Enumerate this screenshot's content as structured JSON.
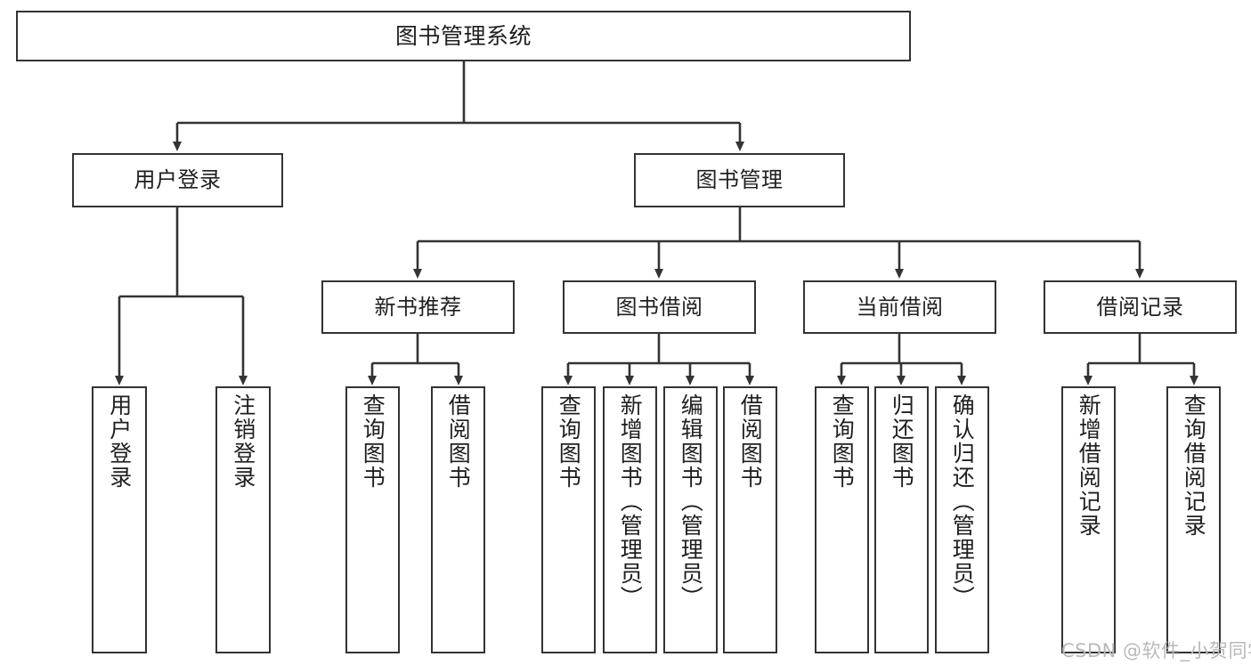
{
  "diagram": {
    "type": "tree-hierarchy-chart",
    "title": "图书管理系统",
    "orientation": "top-down",
    "colors": {
      "box_border": "#333333",
      "box_fill": "#ffffff",
      "edge": "#333333",
      "text": "#1f1f1f",
      "watermark": "#b9b9b9",
      "background": "#ffffff"
    },
    "nodes": {
      "root": {
        "label": "图书管理系统",
        "orientation": "horizontal"
      },
      "level2": [
        {
          "id": "user-login",
          "label": "用户登录",
          "orientation": "horizontal"
        },
        {
          "id": "book-manage",
          "label": "图书管理",
          "orientation": "horizontal"
        }
      ],
      "level3": [
        {
          "id": "new-book-recommend",
          "label": "新书推荐",
          "orientation": "horizontal"
        },
        {
          "id": "book-borrow",
          "label": "图书借阅",
          "orientation": "horizontal"
        },
        {
          "id": "current-borrow",
          "label": "当前借阅",
          "orientation": "horizontal"
        },
        {
          "id": "borrow-record",
          "label": "借阅记录",
          "orientation": "horizontal"
        }
      ],
      "leaves": [
        {
          "id": "leaf-user-login",
          "parent": "user-login",
          "label": "用户登录",
          "orientation": "vertical"
        },
        {
          "id": "leaf-logout",
          "parent": "user-login",
          "label": "注销登录",
          "orientation": "vertical"
        },
        {
          "id": "leaf-query-book-1",
          "parent": "new-book-recommend",
          "label": "查询图书",
          "orientation": "vertical"
        },
        {
          "id": "leaf-borrow-book-1",
          "parent": "new-book-recommend",
          "label": "借阅图书",
          "orientation": "vertical"
        },
        {
          "id": "leaf-query-book-2",
          "parent": "book-borrow",
          "label": "查询图书",
          "orientation": "vertical"
        },
        {
          "id": "leaf-add-book",
          "parent": "book-borrow",
          "label": "新增图书（管理员）",
          "orientation": "vertical"
        },
        {
          "id": "leaf-edit-book",
          "parent": "book-borrow",
          "label": "编辑图书（管理员）",
          "orientation": "vertical"
        },
        {
          "id": "leaf-borrow-book-2",
          "parent": "book-borrow",
          "label": "借阅图书",
          "orientation": "vertical"
        },
        {
          "id": "leaf-query-book-3",
          "parent": "current-borrow",
          "label": "查询图书",
          "orientation": "vertical"
        },
        {
          "id": "leaf-return-book",
          "parent": "current-borrow",
          "label": "归还图书",
          "orientation": "vertical"
        },
        {
          "id": "leaf-confirm-return",
          "parent": "current-borrow",
          "label": "确认归还（管理员）",
          "orientation": "vertical"
        },
        {
          "id": "leaf-add-record",
          "parent": "borrow-record",
          "label": "新增借阅记录",
          "orientation": "vertical"
        },
        {
          "id": "leaf-query-record",
          "parent": "borrow-record",
          "label": "查询借阅记录",
          "orientation": "vertical"
        }
      ]
    },
    "watermark": "CSDN @软件_小贺同学"
  }
}
